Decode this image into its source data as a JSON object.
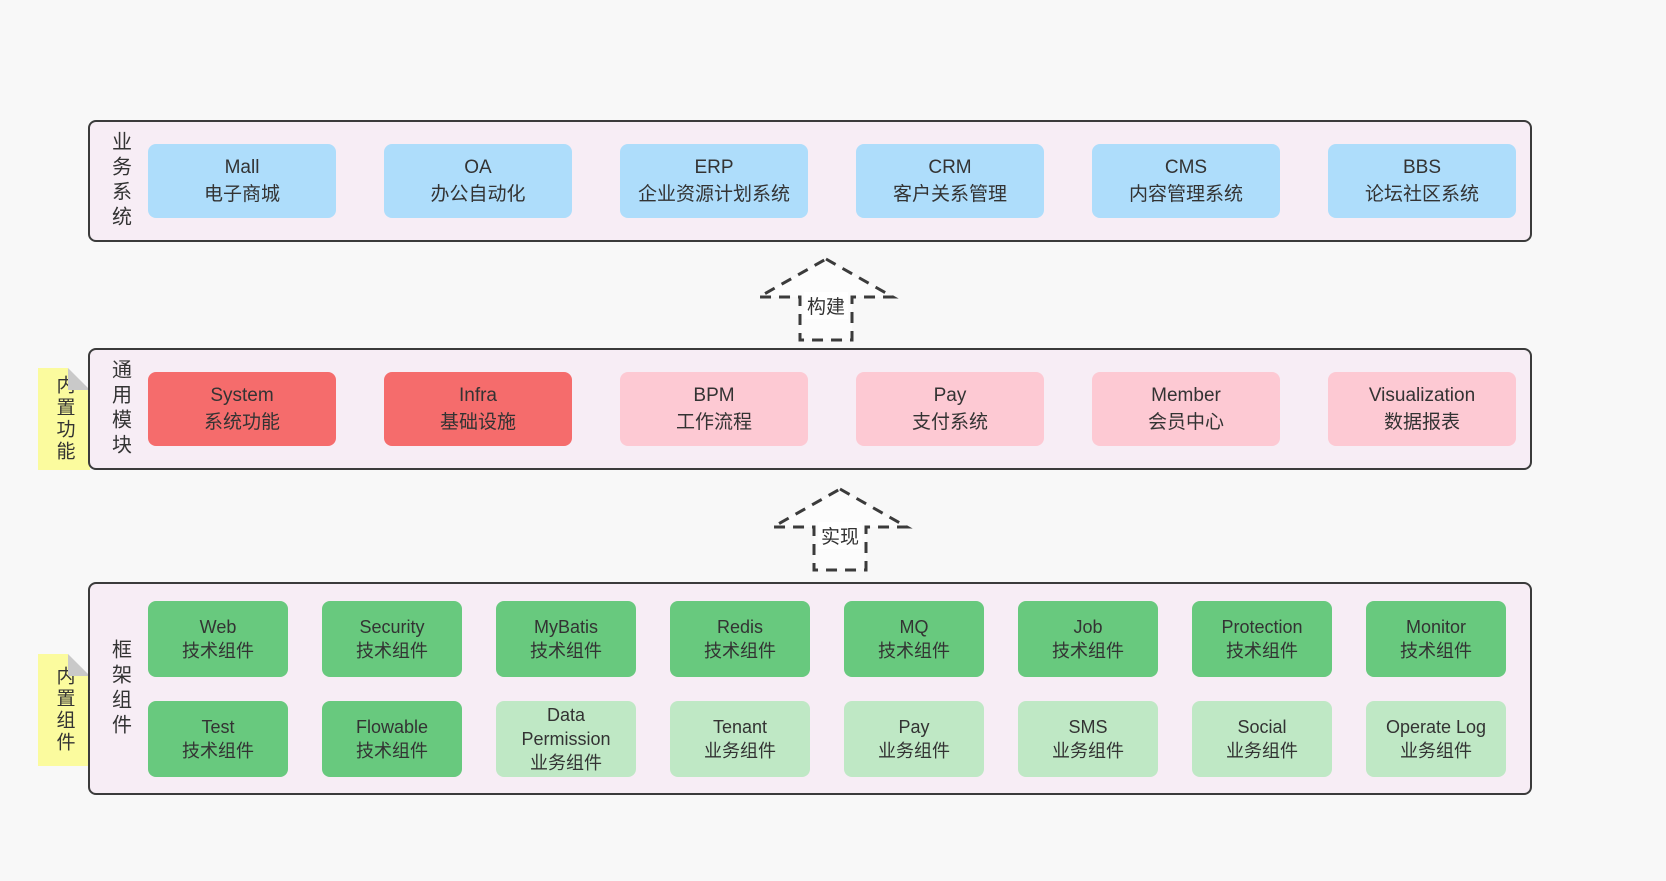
{
  "colors": {
    "page_bg": "#f8f8f8",
    "panel_bg": "#f7edf5",
    "panel_border": "#3b3b3b",
    "blue": "#aeddfb",
    "red": "#f56c6c",
    "pink": "#fdc9d3",
    "green": "#68c97e",
    "green_light": "#bfe8c5",
    "note_yellow": "#fbfb9e",
    "note_fold": "#c9c9c9",
    "text": "#333333"
  },
  "notes": [
    {
      "label": "内置功能"
    },
    {
      "label": "内置组件"
    }
  ],
  "arrows": [
    {
      "label": "构建"
    },
    {
      "label": "实现"
    }
  ],
  "layers": [
    {
      "label": "业务系统",
      "rows": [
        [
          {
            "name": "Mall",
            "desc": "电子商城",
            "type": "blue"
          },
          {
            "name": "OA",
            "desc": "办公自动化",
            "type": "blue"
          },
          {
            "name": "ERP",
            "desc": "企业资源计划系统",
            "type": "blue"
          },
          {
            "name": "CRM",
            "desc": "客户关系管理",
            "type": "blue"
          },
          {
            "name": "CMS",
            "desc": "内容管理系统",
            "type": "blue"
          },
          {
            "name": "BBS",
            "desc": "论坛社区系统",
            "type": "blue"
          }
        ]
      ]
    },
    {
      "label": "通用模块",
      "rows": [
        [
          {
            "name": "System",
            "desc": "系统功能",
            "type": "red"
          },
          {
            "name": "Infra",
            "desc": "基础设施",
            "type": "red"
          },
          {
            "name": "BPM",
            "desc": "工作流程",
            "type": "pink"
          },
          {
            "name": "Pay",
            "desc": "支付系统",
            "type": "pink"
          },
          {
            "name": "Member",
            "desc": "会员中心",
            "type": "pink"
          },
          {
            "name": "Visualization",
            "desc": "数据报表",
            "type": "pink"
          }
        ]
      ]
    },
    {
      "label": "框架组件",
      "rows": [
        [
          {
            "name": "Web",
            "desc": "技术组件",
            "type": "green"
          },
          {
            "name": "Security",
            "desc": "技术组件",
            "type": "green"
          },
          {
            "name": "MyBatis",
            "desc": "技术组件",
            "type": "green"
          },
          {
            "name": "Redis",
            "desc": "技术组件",
            "type": "green"
          },
          {
            "name": "MQ",
            "desc": "技术组件",
            "type": "green"
          },
          {
            "name": "Job",
            "desc": "技术组件",
            "type": "green"
          },
          {
            "name": "Protection",
            "desc": "技术组件",
            "type": "green"
          },
          {
            "name": "Monitor",
            "desc": "技术组件",
            "type": "green"
          }
        ],
        [
          {
            "name": "Test",
            "desc": "技术组件",
            "type": "green"
          },
          {
            "name": "Flowable",
            "desc": "技术组件",
            "type": "green"
          },
          {
            "name": "Data Permission",
            "desc": "业务组件",
            "type": "green-light"
          },
          {
            "name": "Tenant",
            "desc": "业务组件",
            "type": "green-light"
          },
          {
            "name": "Pay",
            "desc": "业务组件",
            "type": "green-light"
          },
          {
            "name": "SMS",
            "desc": "业务组件",
            "type": "green-light"
          },
          {
            "name": "Social",
            "desc": "业务组件",
            "type": "green-light"
          },
          {
            "name": "Operate Log",
            "desc": "业务组件",
            "type": "green-light"
          }
        ]
      ]
    }
  ]
}
